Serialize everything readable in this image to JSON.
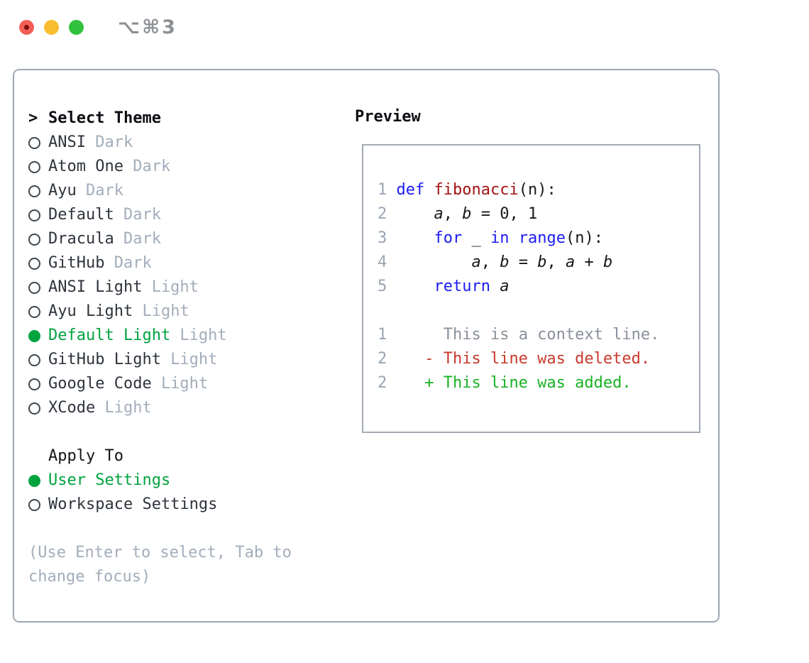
{
  "titlebar": {
    "title": "⌥⌘3"
  },
  "select_theme": {
    "prefix": ">",
    "title": "Select Theme",
    "items": [
      {
        "name": "ANSI",
        "variant": "Dark",
        "selected": false
      },
      {
        "name": "Atom One",
        "variant": "Dark",
        "selected": false
      },
      {
        "name": "Ayu",
        "variant": "Dark",
        "selected": false
      },
      {
        "name": "Default",
        "variant": "Dark",
        "selected": false
      },
      {
        "name": "Dracula",
        "variant": "Dark",
        "selected": false
      },
      {
        "name": "GitHub",
        "variant": "Dark",
        "selected": false
      },
      {
        "name": "ANSI Light",
        "variant": "Light",
        "selected": false
      },
      {
        "name": "Ayu Light",
        "variant": "Light",
        "selected": false
      },
      {
        "name": "Default Light",
        "variant": "Light",
        "selected": true
      },
      {
        "name": "GitHub Light",
        "variant": "Light",
        "selected": false
      },
      {
        "name": "Google Code",
        "variant": "Light",
        "selected": false
      },
      {
        "name": "XCode",
        "variant": "Light",
        "selected": false
      }
    ]
  },
  "apply_to": {
    "title": "Apply To",
    "options": [
      {
        "label": "User Settings",
        "selected": true
      },
      {
        "label": "Workspace Settings",
        "selected": false
      }
    ]
  },
  "hint": [
    "(Use Enter to select, Tab to",
    "change focus)"
  ],
  "preview": {
    "title": "Preview",
    "code_lines": [
      [
        {
          "c": "num",
          "t": "1"
        },
        {
          "c": "pl",
          "t": " "
        },
        {
          "c": "kw",
          "t": "def"
        },
        {
          "c": "pl",
          "t": " "
        },
        {
          "c": "fn",
          "t": "fibonacci"
        },
        {
          "c": "pl",
          "t": "(n):"
        }
      ],
      [
        {
          "c": "num",
          "t": "2"
        },
        {
          "c": "pl",
          "t": "     "
        },
        {
          "c": "var",
          "t": "a"
        },
        {
          "c": "pl",
          "t": ", "
        },
        {
          "c": "var",
          "t": "b"
        },
        {
          "c": "pl",
          "t": " = 0, 1"
        }
      ],
      [
        {
          "c": "num",
          "t": "3"
        },
        {
          "c": "pl",
          "t": "     "
        },
        {
          "c": "kw",
          "t": "for"
        },
        {
          "c": "pl",
          "t": " _ "
        },
        {
          "c": "kw",
          "t": "in"
        },
        {
          "c": "pl",
          "t": " "
        },
        {
          "c": "kw",
          "t": "range"
        },
        {
          "c": "pl",
          "t": "(n):"
        }
      ],
      [
        {
          "c": "num",
          "t": "4"
        },
        {
          "c": "pl",
          "t": "         "
        },
        {
          "c": "var",
          "t": "a"
        },
        {
          "c": "pl",
          "t": ", "
        },
        {
          "c": "var",
          "t": "b"
        },
        {
          "c": "pl",
          "t": " = "
        },
        {
          "c": "var",
          "t": "b"
        },
        {
          "c": "pl",
          "t": ", "
        },
        {
          "c": "var",
          "t": "a"
        },
        {
          "c": "pl",
          "t": " + "
        },
        {
          "c": "var",
          "t": "b"
        }
      ],
      [
        {
          "c": "num",
          "t": "5"
        },
        {
          "c": "pl",
          "t": "     "
        },
        {
          "c": "kw",
          "t": "return"
        },
        {
          "c": "pl",
          "t": " "
        },
        {
          "c": "var",
          "t": "a"
        }
      ]
    ],
    "diff_lines": [
      [
        {
          "c": "num",
          "t": "1"
        },
        {
          "c": "pl",
          "t": "      "
        },
        {
          "c": "ctx",
          "t": "This is a context line."
        }
      ],
      [
        {
          "c": "num",
          "t": "2"
        },
        {
          "c": "pl",
          "t": "    "
        },
        {
          "c": "del",
          "t": "- This line was deleted."
        }
      ],
      [
        {
          "c": "num",
          "t": "2"
        },
        {
          "c": "pl",
          "t": "    "
        },
        {
          "c": "add",
          "t": "+ This line was added."
        }
      ]
    ]
  },
  "colors": {
    "selection_green": "#00a33e",
    "keyword_blue": "#1c1cf0",
    "function_red": "#a31212",
    "diff_deleted_red": "#c9392c",
    "diff_added_green": "#19b325",
    "muted_gray": "#a2adbb",
    "line_number_gray": "#9aa5b2",
    "panel_border_gray": "#9fa8b3",
    "traffic_red": "#f35f57",
    "traffic_yellow": "#f9bd2f",
    "traffic_green": "#31c13c"
  }
}
